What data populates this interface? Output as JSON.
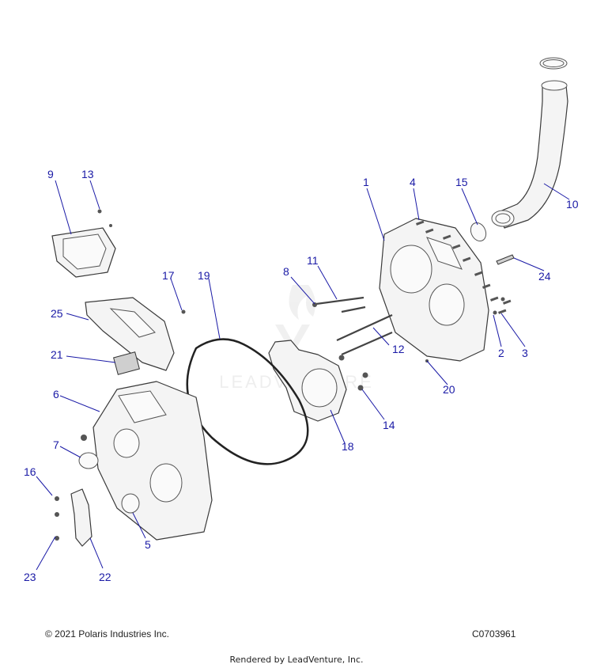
{
  "callouts": [
    "1",
    "2",
    "3",
    "4",
    "5",
    "6",
    "7",
    "8",
    "9",
    "10",
    "11",
    "12",
    "13",
    "14",
    "15",
    "16",
    "17",
    "18",
    "19",
    "20",
    "21",
    "22",
    "23",
    "24",
    "25"
  ],
  "watermark": "LEADVENTURE",
  "footer": {
    "copyright": "© 2021 Polaris Industries Inc.",
    "diagram_code": "C0703961",
    "rendered_by": "Rendered by LeadVenture, Inc."
  }
}
